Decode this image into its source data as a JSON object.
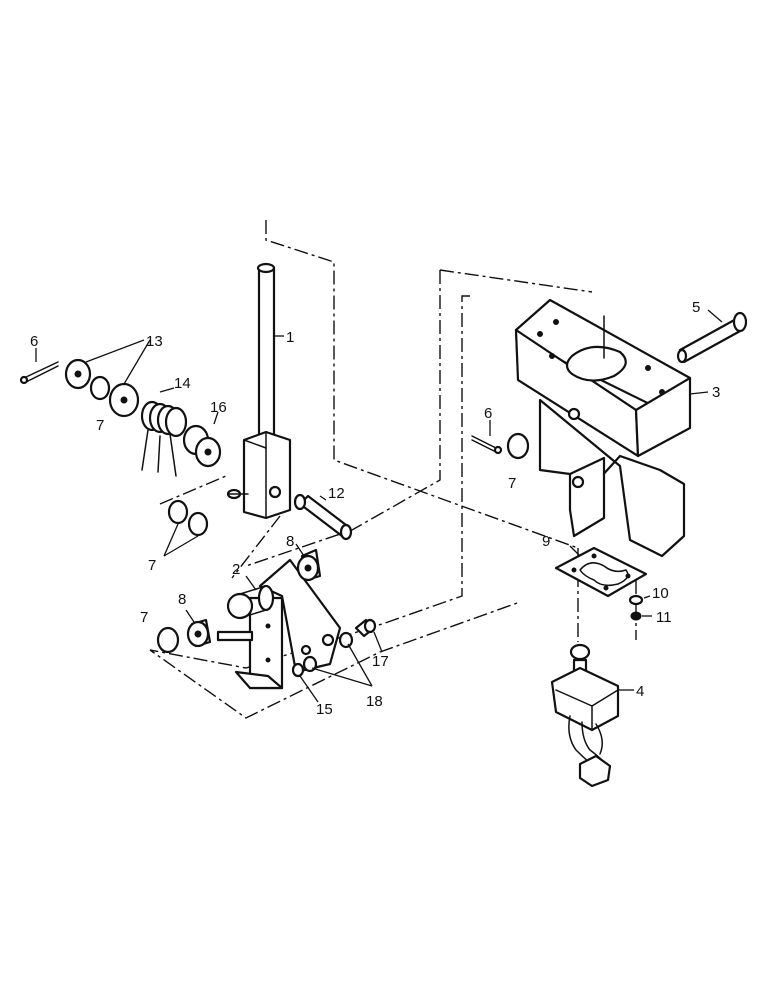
{
  "callouts": {
    "c1": "1",
    "c2": "2",
    "c3": "3",
    "c4": "4",
    "c5": "5",
    "c6a": "6",
    "c6b": "6",
    "c7a": "7",
    "c7b": "7",
    "c7c": "7",
    "c7d": "7",
    "c8a": "8",
    "c8b": "8",
    "c9": "9",
    "c10": "10",
    "c11": "11",
    "c12": "12",
    "c13": "13",
    "c14": "14",
    "c15": "15",
    "c16": "16",
    "c17": "17",
    "c18": "18"
  }
}
